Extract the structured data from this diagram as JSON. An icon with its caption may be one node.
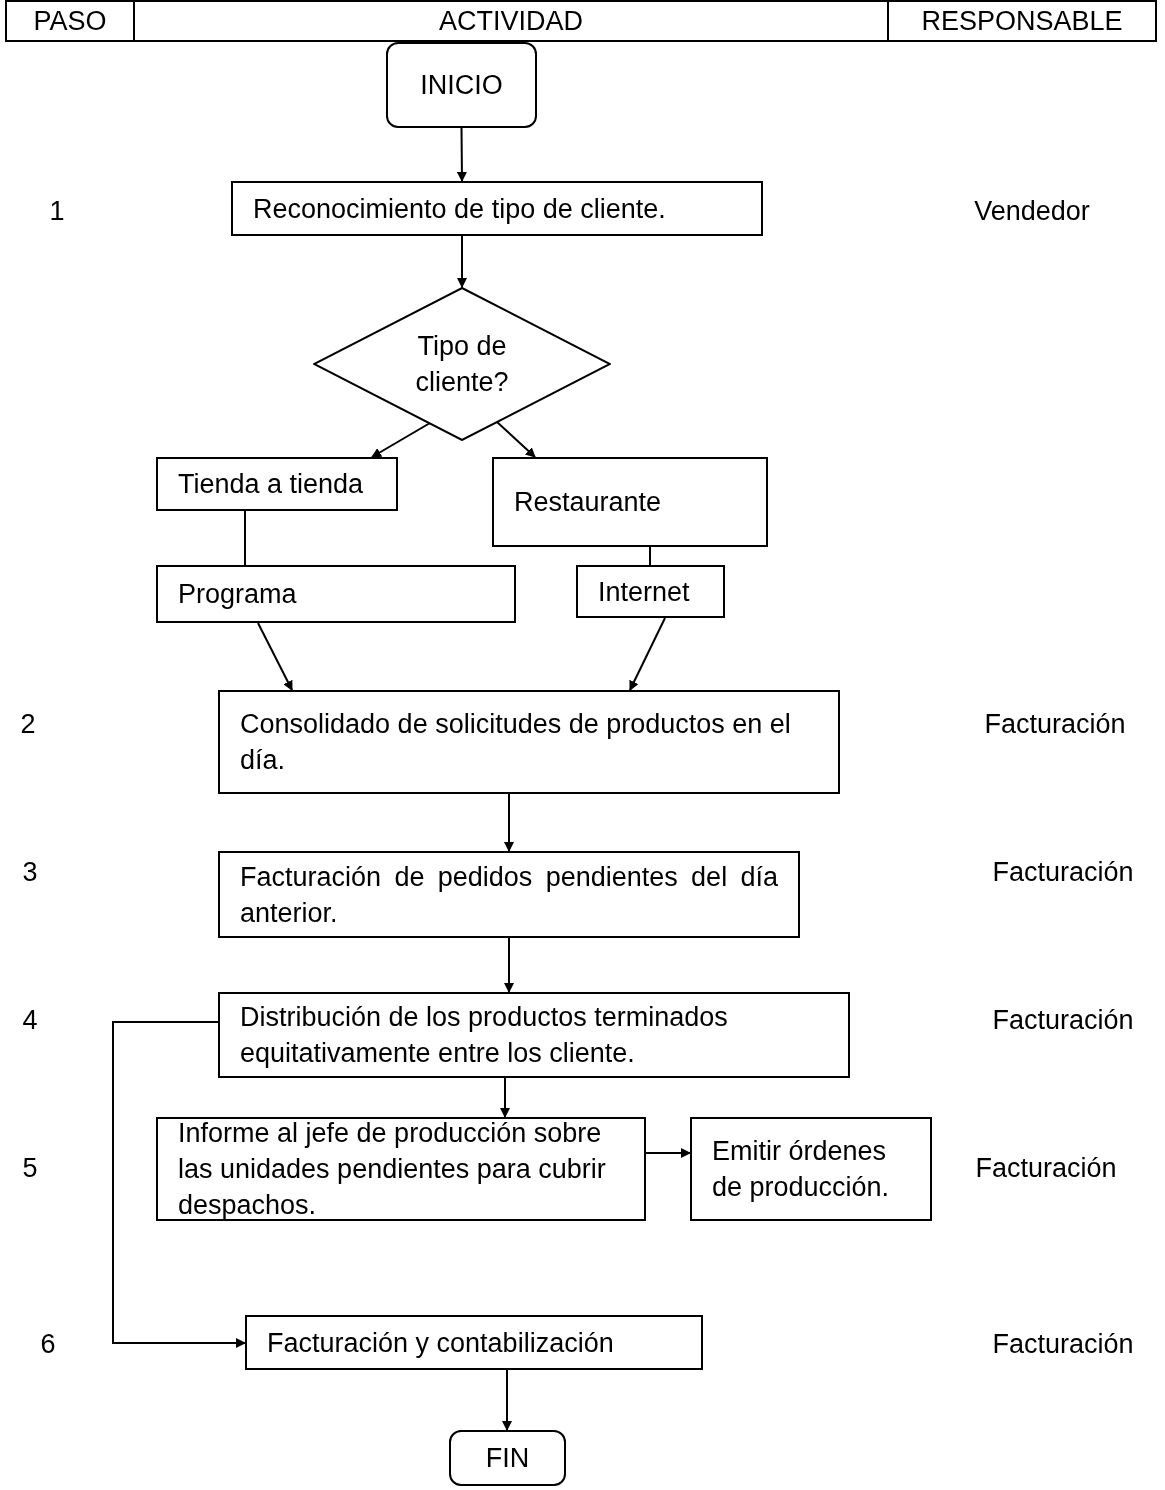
{
  "diagram": {
    "nodes": [
      {
        "text": [
          "INICIO"
        ]
      },
      {
        "text": [
          "Reconocimiento de tipo de cliente."
        ]
      },
      {
        "text": [
          "Tipo de cliente?"
        ]
      },
      {
        "text": [
          "Tienda a tienda"
        ]
      },
      {
        "text": [
          "Restaurante"
        ]
      },
      {
        "text": [
          "Programa"
        ]
      },
      {
        "text": [
          "Internet"
        ]
      },
      {
        "text": [
          "Consolidado de solicitudes de productos en el día."
        ]
      },
      {
        "text": [
          "Facturación de pedidos pendientes del día anterior."
        ]
      },
      {
        "text": [
          "Distribución de los productos terminados equitativamente entre los cliente."
        ]
      },
      {
        "text": [
          "Informe al jefe de producción sobre las unidades pendientes para cubrir despachos."
        ]
      },
      {
        "text": [
          "Emitir órdenes de producción."
        ]
      },
      {
        "text": [
          "Facturación y contabilización"
        ]
      },
      {
        "text": [
          "FIN"
        ]
      }
    ],
    "edges": [
      {
        "from": 0,
        "to": 1,
        "arrow": "to"
      },
      {
        "from": 1,
        "to": 2,
        "arrow": "to"
      },
      {
        "from": 2,
        "to": 3,
        "arrow": "to"
      },
      {
        "from": 2,
        "to": 4,
        "arrow": "to"
      },
      {
        "from": 3,
        "to": 5,
        "arrow": "none"
      },
      {
        "from": 4,
        "to": 6,
        "arrow": "none"
      },
      {
        "from": 5,
        "to": 7,
        "arrow": "to"
      },
      {
        "from": 6,
        "to": 7,
        "arrow": "to"
      },
      {
        "from": 7,
        "to": 8,
        "arrow": "to"
      },
      {
        "from": 8,
        "to": 9,
        "arrow": "to"
      },
      {
        "from": 9,
        "to": 10,
        "arrow": "to"
      },
      {
        "from": 10,
        "to": 11,
        "arrow": "to"
      },
      {
        "from": 9,
        "to": 12,
        "arrow": "to"
      },
      {
        "from": 12,
        "to": 13,
        "arrow": "to"
      }
    ],
    "labels": [
      "PASO",
      "ACTIVIDAD",
      "RESPONSABLE",
      "1",
      "Vendedor",
      "2",
      "Facturación",
      "3",
      "Facturación",
      "4",
      "Facturación",
      "5",
      "Facturación",
      "6",
      "Facturación"
    ]
  }
}
